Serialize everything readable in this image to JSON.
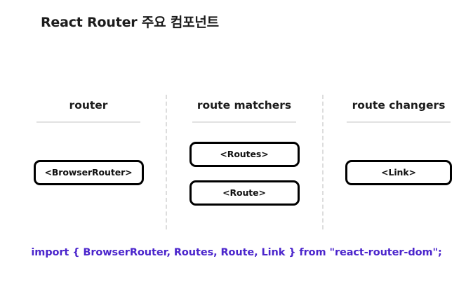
{
  "slide": {
    "title": "React Router 주요 컴포넌트",
    "background_color": "#ffffff",
    "title_color": "#1c1c1c"
  },
  "columns": [
    {
      "header": "router",
      "boxes": [
        "<BrowserRouter>"
      ]
    },
    {
      "header": "route matchers",
      "boxes": [
        "<Routes>",
        "<Route>"
      ]
    },
    {
      "header": "route changers",
      "boxes": [
        "<Link>"
      ]
    }
  ],
  "import_statement": {
    "text": "import { BrowserRouter, Routes, Route, Link } from \"react-router-dom\";",
    "color": "#4b25cc"
  },
  "styling": {
    "box_border_color": "#000000",
    "divider_color": "#dddddd",
    "rule_color": "#e2e2e2"
  }
}
